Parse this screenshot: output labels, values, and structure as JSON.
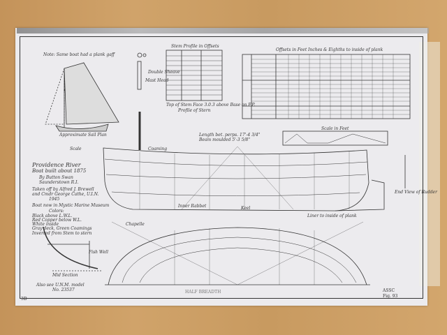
{
  "plan": {
    "title": "Providence River",
    "subtitle": "Boat built about 1875",
    "builder": "By Button Swan",
    "builder_location": "Saunderstown R.I.",
    "taken_off": "Taken off by Alfred J. Brewell",
    "taken_off_2": "and Cmdr George Cathe, U.I.N.",
    "year": "1945",
    "museum": "Boat now in Mystic Marine Museum",
    "colors_label": "Colors:",
    "colors": [
      "Black above L.W.L.",
      "Red Copper below W.L.",
      "White inside",
      "Gray deck, Green Coamings"
    ],
    "sail_note": "Note: Same boat had a plank gaff",
    "sail_plan": "Approximate Sail Plan",
    "scale": "Scale",
    "mast_head": "Mast Head",
    "double_sheave": "Double Sheave",
    "stem_table_title": "Stem Profile in Offsets",
    "stem_note": "Top of Stem Face 3.0.3 above Base on F.P.",
    "stem_profile": "Profile of Stern",
    "length": "Length bet. perps. 17'-4 3/4\"",
    "beam": "Beam moulded 5'-3 5/8\"",
    "offsets_title": "Offsets in Feet Inches & Eighths to inside of plank",
    "scale_feet": "Scale in Feet",
    "coaming": "Coaming",
    "inner_rabbet": "Inner Rabbet",
    "keel": "Keel",
    "liner": "Liner to inside of plank",
    "end_view": "End View of Rudder",
    "chapelle": "Chapelle",
    "half_breadth": "HALF BREADTH",
    "mid_section": "Mid Section",
    "fish_well": "Fish Well",
    "inverted": "Inverted from Stem to stern",
    "also_see": "Also see U.N.M. model",
    "model_no": "No. 23537",
    "sheet_mark": "ASSC",
    "fig_no": "Fig. 93",
    "corner_label": "3D"
  }
}
